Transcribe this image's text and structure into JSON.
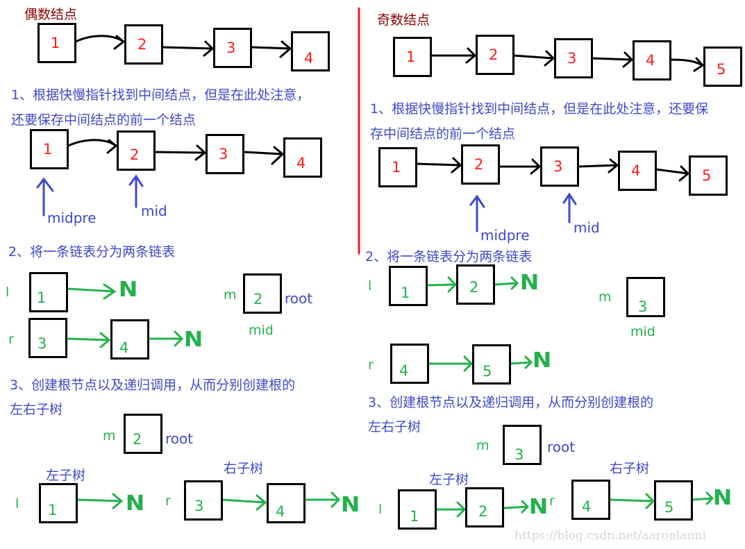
{
  "even": {
    "title": "偶数结点",
    "row1": [
      "1",
      "2",
      "3",
      "4"
    ],
    "step1": [
      "1、根据快慢指针找到中间结点，但是在此处注意，",
      "还要保存中间结点的前一个结点"
    ],
    "row2": [
      "1",
      "2",
      "3",
      "4"
    ],
    "midpre": "midpre",
    "mid": "mid",
    "step2": "2、将一条链表分为两条链表",
    "l": "l",
    "m": "m",
    "r": "r",
    "root": "root",
    "mid_label": "mid",
    "null": "N",
    "split_l": [
      "1"
    ],
    "split_m": "2",
    "split_r": [
      "3",
      "4"
    ],
    "step3": [
      "3、创建根节点以及递归调用，从而分别创建根的",
      "左右子树"
    ],
    "root_node": "2",
    "left_subtree": "左子树",
    "right_subtree": "右子树",
    "left_nodes": [
      "1"
    ],
    "right_nodes": [
      "3",
      "4"
    ]
  },
  "odd": {
    "title": "奇数结点",
    "row1": [
      "1",
      "2",
      "3",
      "4",
      "5"
    ],
    "step1": [
      "1、根据快慢指针找到中间结点，但是在此处注意，还要保",
      "存中间结点的前一个结点"
    ],
    "row2": [
      "1",
      "2",
      "3",
      "4",
      "5"
    ],
    "midpre": "midpre",
    "mid": "mid",
    "step2": "2、将一条链表分为两条链表",
    "l": "l",
    "m": "m",
    "r": "r",
    "root": "root",
    "mid_label": "mid",
    "null": "N",
    "split_l": [
      "1",
      "2"
    ],
    "split_m": "3",
    "split_r": [
      "4",
      "5"
    ],
    "step3": [
      "3、创建根节点以及递归调用，从而分别创建根的",
      "左右子树"
    ],
    "root_node": "3",
    "left_subtree": "左子树",
    "right_subtree": "右子树",
    "left_nodes": [
      "1",
      "2"
    ],
    "right_nodes": [
      "4",
      "5"
    ]
  },
  "watermark": "https://blog.csdn.net/aaronlanni",
  "colors": {
    "node_text": "#ff1a1a",
    "green": "#22b14c",
    "blue": "#3f48cc",
    "title": "#8b0000",
    "divider": "#ed1c24"
  }
}
